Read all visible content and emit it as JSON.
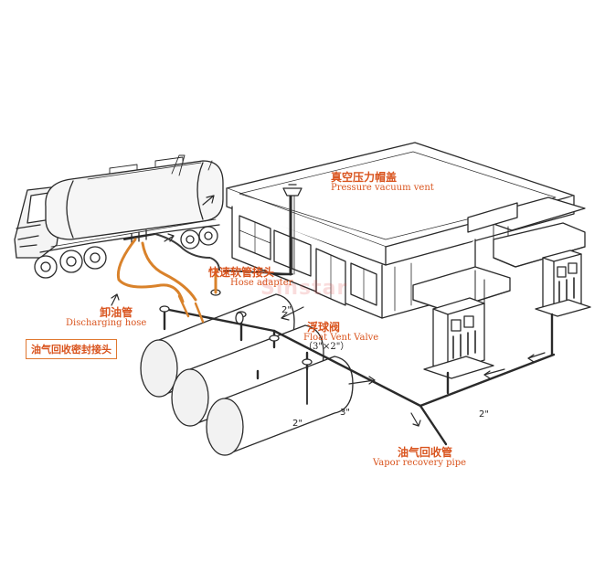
{
  "labels": {
    "pressure_vent_cn": "真空压力帽盖",
    "pressure_vent_en": "Pressure vacuum vent",
    "hose_adapter_cn": "快速软管接头",
    "hose_adapter_en": "Hose adapter",
    "discharging_hose_cn": "卸油管",
    "discharging_hose_en": "Discharging hose",
    "float_valve_cn": "浮球阀",
    "float_valve_en": "Float Vent Valve",
    "float_valve_size": "（3\"×2\"）",
    "sealing_joint_cn": "油气回收密封接头",
    "vapor_pipe_cn": "油气回收管",
    "vapor_pipe_en": "Vapor recovery pipe"
  },
  "sizes": {
    "s1": "2\"",
    "s2": "2\"",
    "s3": "3\"",
    "s4": "2\""
  },
  "watermark": "Sinstar",
  "colors": {
    "accent": "#d9541e",
    "line": "#222222",
    "hose": "#d9822b"
  }
}
